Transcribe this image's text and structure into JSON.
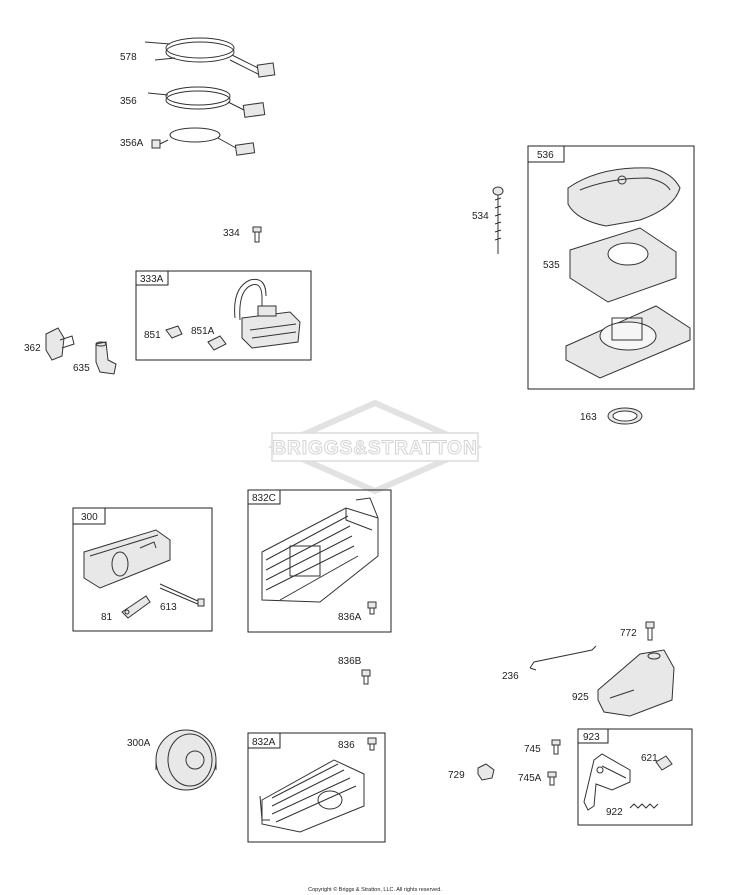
{
  "watermark": "BRIGGS&STRATTON",
  "copyright": "Copyright © Briggs & Stratton, LLC. All rights reserved.",
  "parts": {
    "p578": "578",
    "p356": "356",
    "p356A": "356A",
    "p334": "334",
    "p333A": "333A",
    "p851": "851",
    "p851A": "851A",
    "p362": "362",
    "p635": "635",
    "p536": "536",
    "p534": "534",
    "p535": "535",
    "p163": "163",
    "p300": "300",
    "p81": "81",
    "p613": "613",
    "p832C": "832C",
    "p836A": "836A",
    "p836B": "836B",
    "p300A": "300A",
    "p832A": "832A",
    "p836": "836",
    "p772": "772",
    "p236": "236",
    "p925": "925",
    "p923": "923",
    "p745": "745",
    "p745A": "745A",
    "p729": "729",
    "p621": "621",
    "p922": "922"
  }
}
